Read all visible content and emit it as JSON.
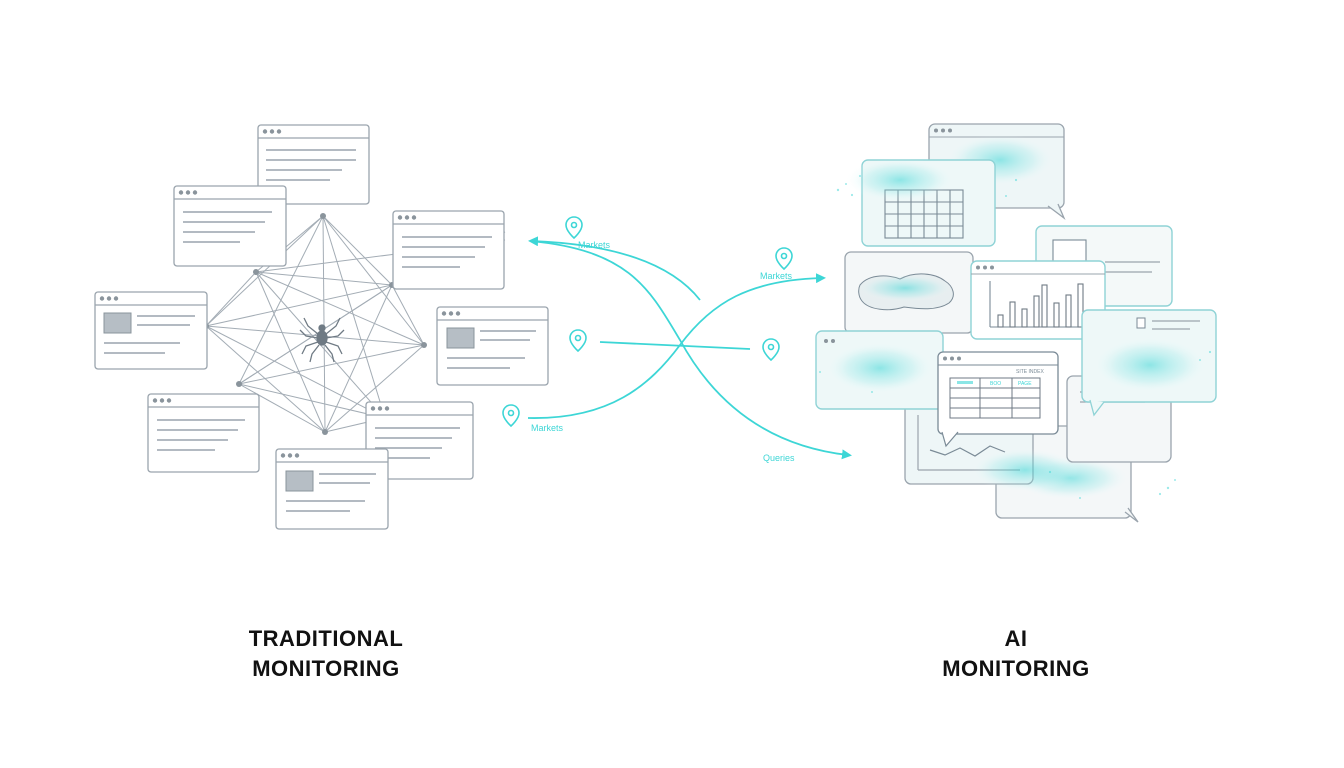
{
  "left_panel": {
    "caption_line1": "TRADITIONAL",
    "caption_line2": "MONITORING"
  },
  "right_panel": {
    "caption_line1": "AI",
    "caption_line2": "MONITORING"
  },
  "connector_labels": {
    "top_left": "Markets",
    "top_right": "Markets",
    "bottom_left": "Markets",
    "bottom_right": "Queries"
  },
  "table_header": {
    "col1": "",
    "col2": "BOO",
    "col3": "PAGE",
    "title": "SITE INDEX"
  },
  "colors": {
    "accent": "#3dd6d6",
    "window_stroke": "#9aa4ad",
    "text_line": "#9aa4ad",
    "dark_text": "#111111"
  }
}
